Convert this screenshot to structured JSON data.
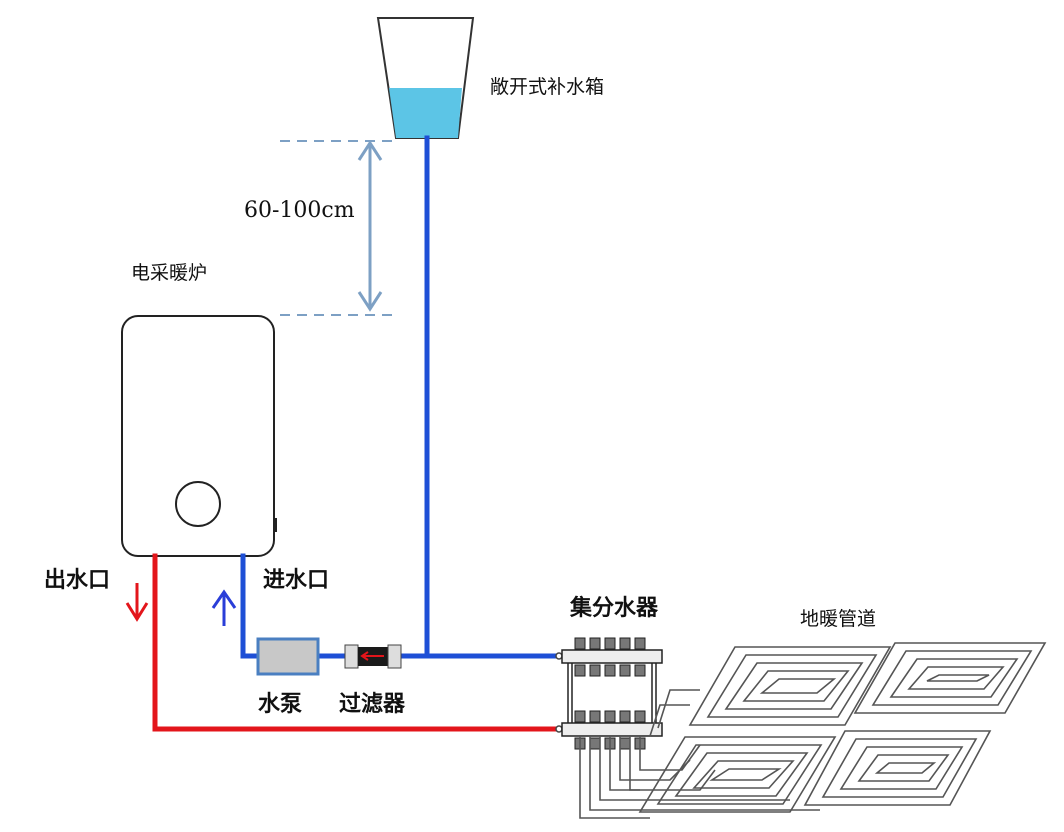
{
  "labels": {
    "tank": "敞开式补水箱",
    "height": "60-100cm",
    "boiler": "电采暖炉",
    "outlet": "出水口",
    "inlet": "进水口",
    "pump": "水泵",
    "filter": "过滤器",
    "manifold": "集分水器",
    "floor_pipes": "地暖管道"
  },
  "colors": {
    "supply_pipe": "#1e4fd6",
    "return_pipe": "#e3151b",
    "tank_water": "#5cc5e6",
    "dim_line": "#7da0c4",
    "pump_fill": "#c8c8c8",
    "pump_border": "#4a7fc1"
  }
}
